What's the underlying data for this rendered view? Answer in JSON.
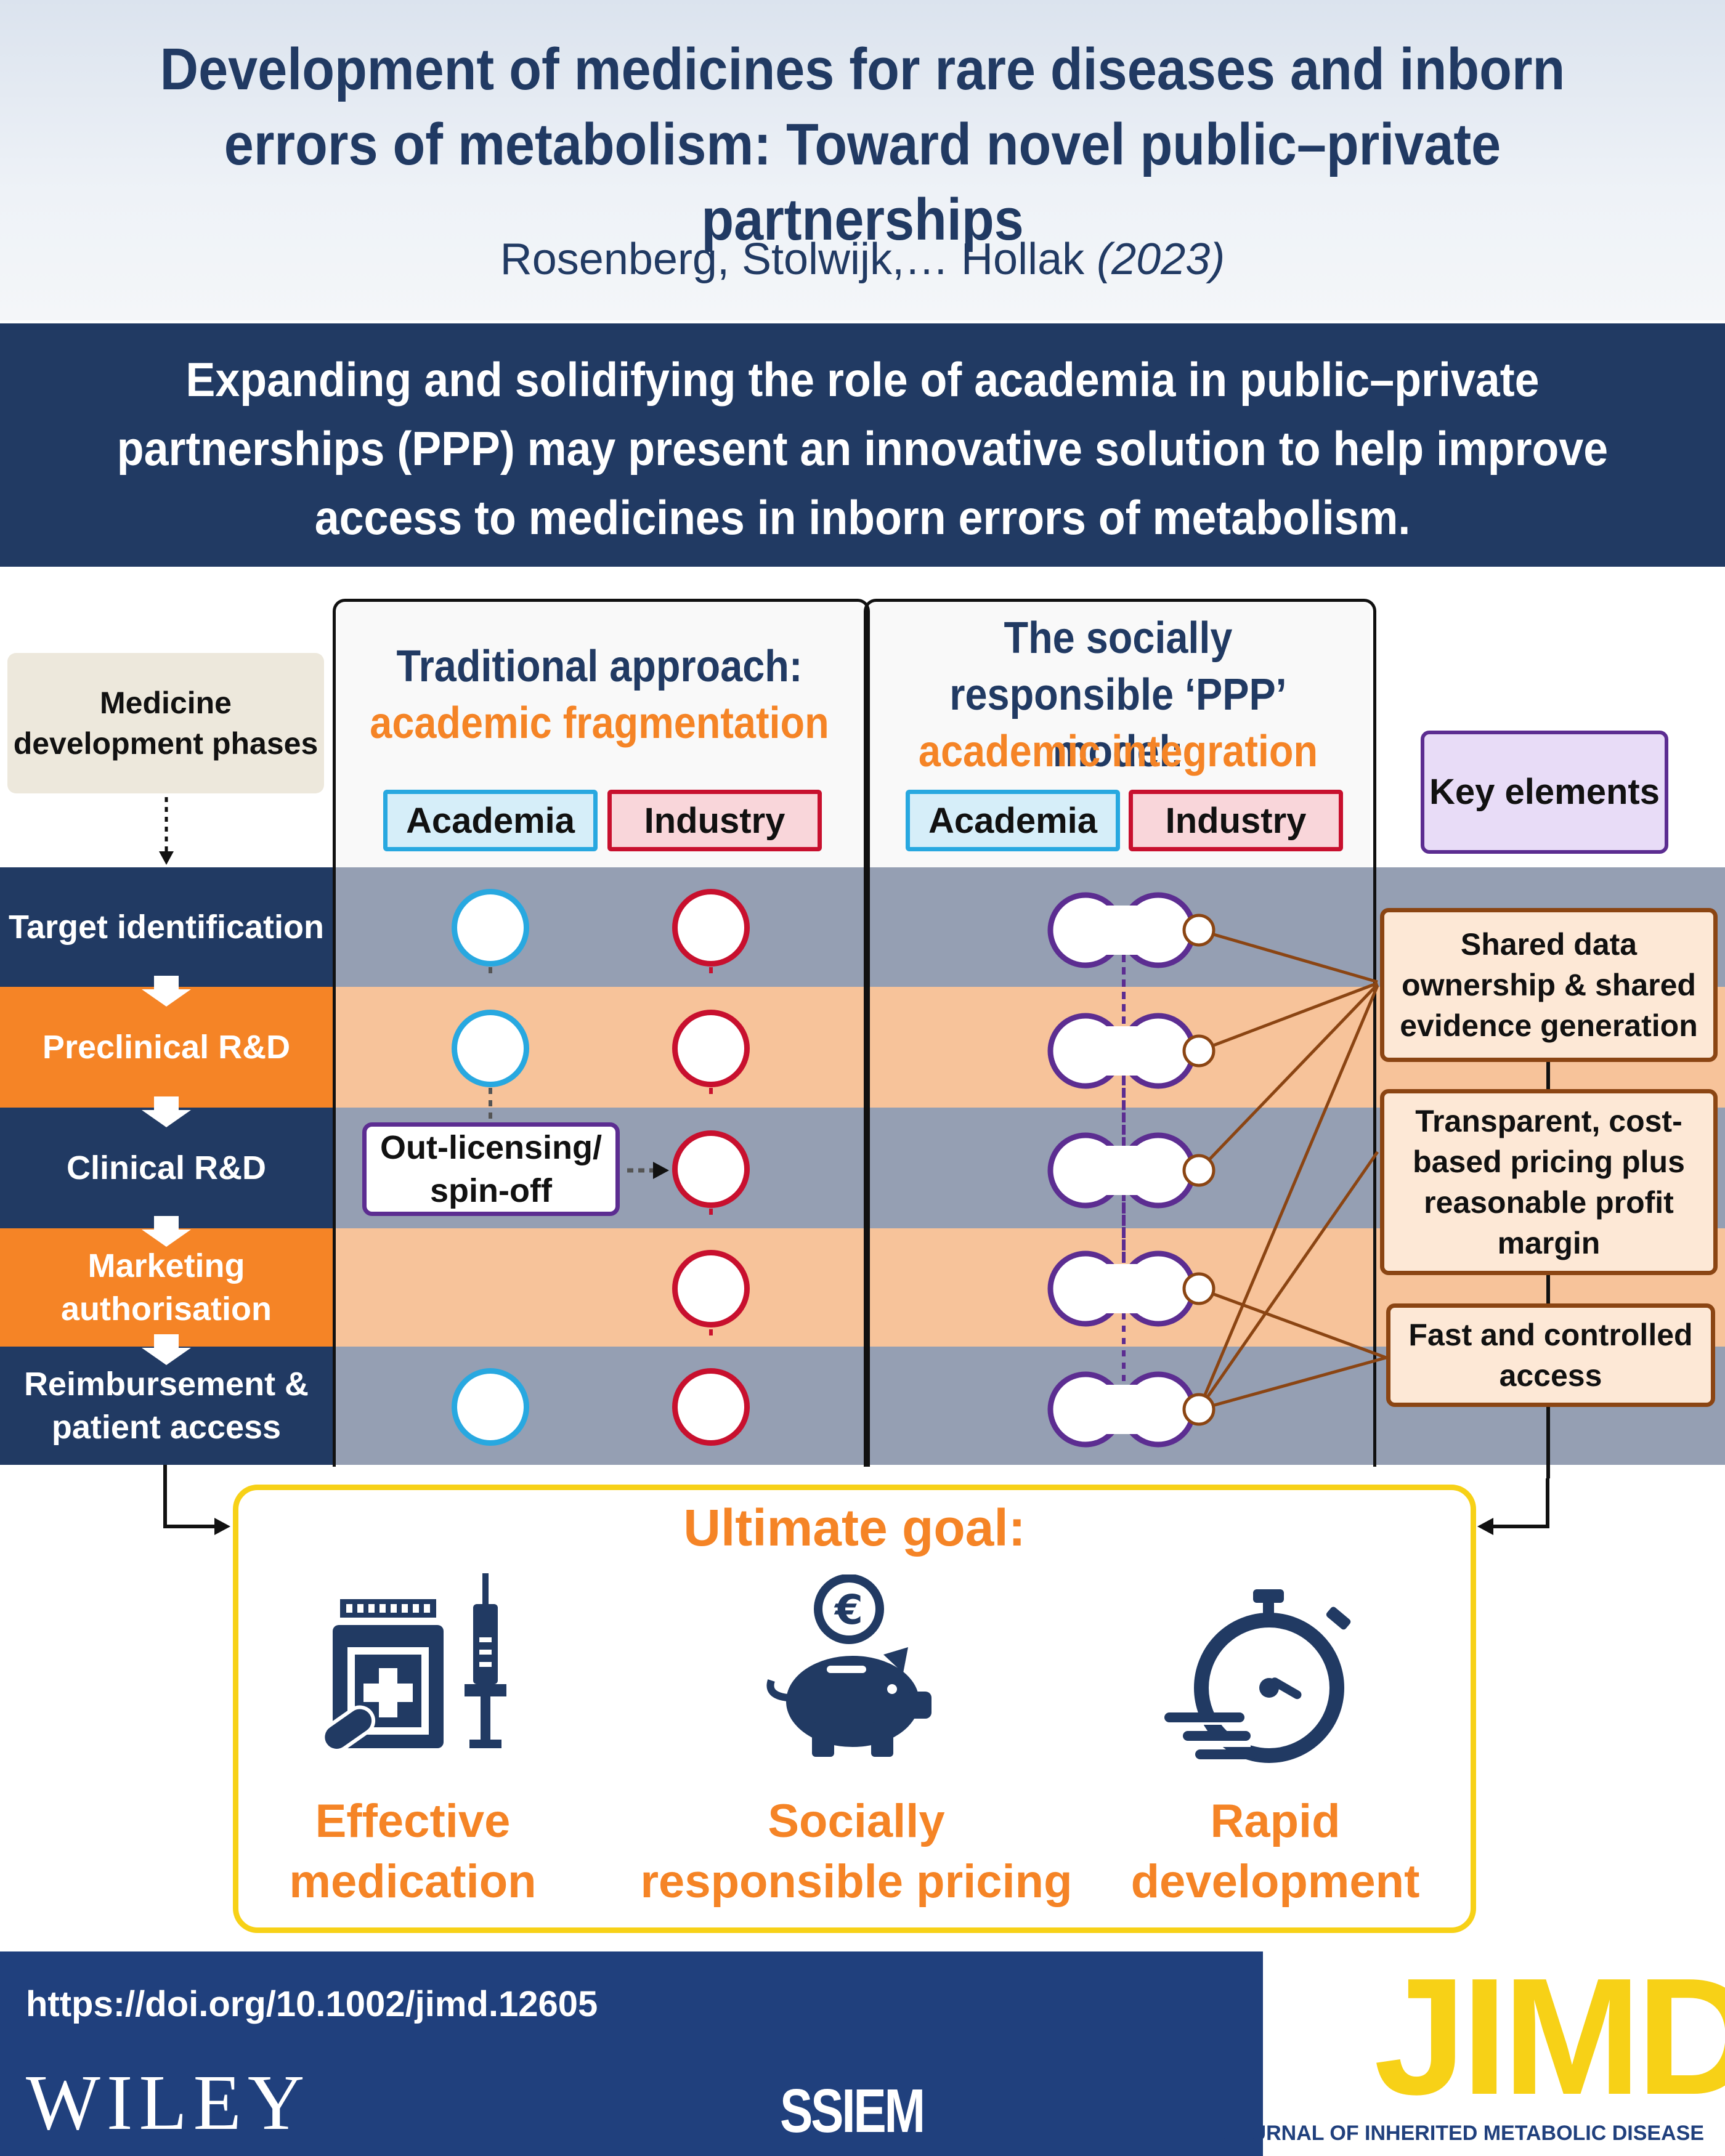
{
  "header": {
    "title": "Development of medicines for rare diseases and inborn errors of metabolism: Toward novel public–private partnerships",
    "authors": "Rosenberg, Stolwijk,… Hollak",
    "year": "(2023)"
  },
  "banner": {
    "text": "Expanding and solidifying the role of academia in public–private partnerships (PPP) may present an innovative solution to help improve access to medicines in inborn errors of metabolism."
  },
  "phases_label": "Medicine development phases",
  "phases": [
    "Target identification",
    "Preclinical R&D",
    "Clinical R&D",
    "Marketing authorisation",
    "Reimbursement & patient access"
  ],
  "traditional": {
    "title": "Traditional approach:",
    "subtitle": "academic fragmentation",
    "academia_label": "Academia",
    "industry_label": "Industry",
    "outlicensing": "Out-licensing/ spin-off"
  },
  "ppp": {
    "title": "The socially responsible ‘PPP’ model:",
    "subtitle": "academic integration",
    "academia_label": "Academia",
    "industry_label": "Industry"
  },
  "key_elements": {
    "title": "Key elements",
    "items": [
      "Shared data ownership & shared evidence generation",
      "Transparent, cost-based pricing plus reasonable profit margin",
      "Fast and controlled access"
    ]
  },
  "goal": {
    "title": "Ultimate goal:",
    "items": [
      {
        "label": "Effective medication",
        "icon": "medicine-bottle-syringe-icon"
      },
      {
        "label": "Socially responsible pricing",
        "icon": "piggy-bank-euro-icon"
      },
      {
        "label": "Rapid development",
        "icon": "stopwatch-icon"
      }
    ]
  },
  "footer": {
    "doi": "https://doi.org/10.1002/jimd.12605",
    "publisher": "WILEY",
    "society": "SSIEM",
    "journal_short": "JIMD",
    "journal_full": "JOURNAL OF INHERITED METABOLIC DISEASE"
  },
  "colors": {
    "navy": "#213a63",
    "orange": "#f58426",
    "academia_blue": "#28a8e0",
    "industry_red": "#c8102e",
    "ppp_purple": "#5c2d91",
    "key_brown": "#8b4513",
    "goal_yellow": "#f7d117"
  }
}
